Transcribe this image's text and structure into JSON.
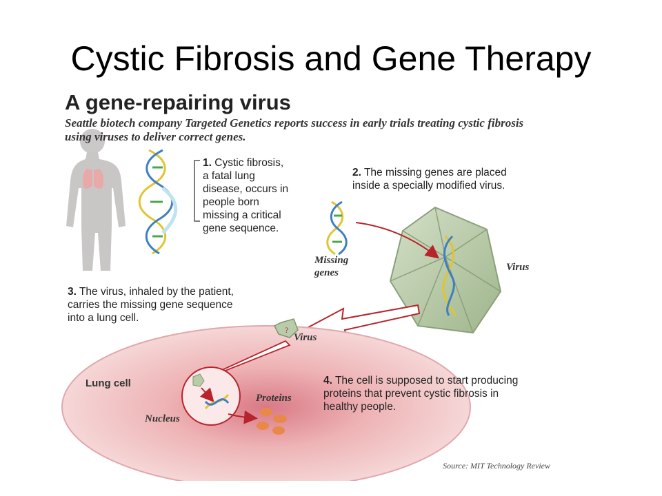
{
  "slide": {
    "title": "Cystic Fibrosis and Gene Therapy"
  },
  "figure": {
    "title": "A gene-repairing virus",
    "subtitle": "Seattle biotech company Targeted Genetics reports success in early trials treating cystic fibrosis using viruses to deliver correct genes.",
    "steps": [
      {
        "num": "1.",
        "text": "Cystic fibrosis, a fatal lung disease, occurs in people born missing a critical gene sequence."
      },
      {
        "num": "2.",
        "text": "The missing genes are placed inside a specially modified virus."
      },
      {
        "num": "3.",
        "text": "The virus, inhaled by the patient, carries the missing gene sequence into a lung cell."
      },
      {
        "num": "4.",
        "text": "The cell is supposed to start producing proteins that prevent cystic fibrosis in healthy people."
      }
    ],
    "labels": {
      "missing_genes": "Missing genes",
      "virus_large": "Virus",
      "virus_small": "Virus",
      "lung_cell": "Lung cell",
      "proteins": "Proteins",
      "nucleus": "Nucleus"
    },
    "source": "Source: MIT Technology Review"
  },
  "colors": {
    "arrow_red": "#b8242b",
    "virus_green": "#b9ccaa",
    "cell_pink": "#f2c4c4",
    "body_gray": "#c9c6c6",
    "lung_pink": "#e8a9a9",
    "protein_orange": "#e8894a"
  }
}
